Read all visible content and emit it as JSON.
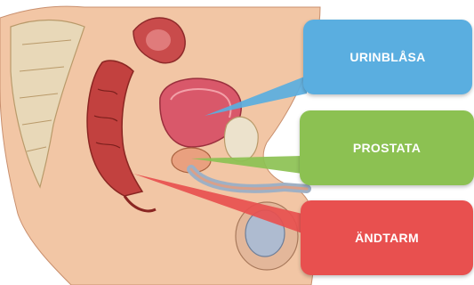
{
  "labels": {
    "urinblasa": "URINBLÅSA",
    "prostata": "PROSTATA",
    "andtarm": "ÄNDTARM"
  },
  "colors": {
    "urinblasa": "#5aaee0",
    "prostata": "#8cc152",
    "andtarm": "#e8504f",
    "skin": "#f0c3a2",
    "bladder": "#d9586a",
    "rectum": "#c2413f",
    "bone": "#e6dcc4",
    "testis": "#9fb0c4"
  }
}
